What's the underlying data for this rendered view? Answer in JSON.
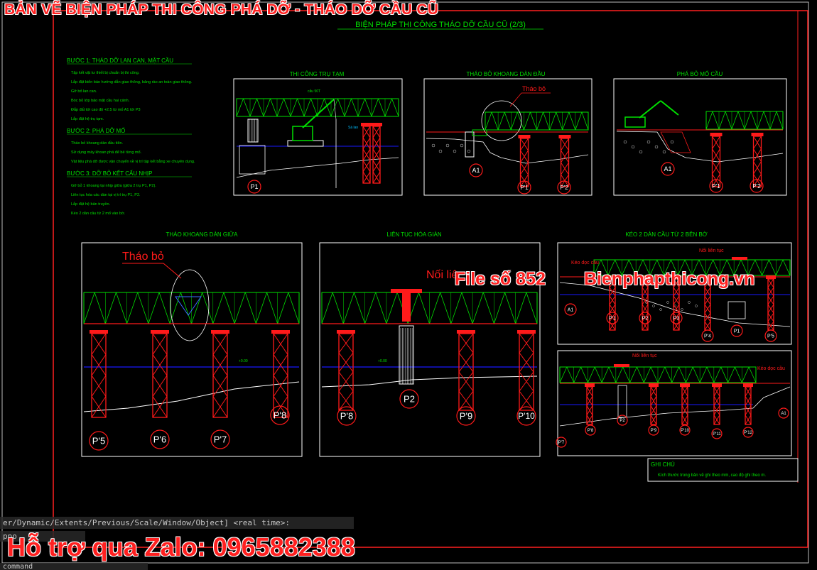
{
  "overlay": {
    "title": "BẢN VẼ BIỆN PHÁP THI CÔNG PHÁ DỠ - THÁO DỠ CẦU CŨ",
    "file_label": "File số 852",
    "site": "Bienphapthicong.vn",
    "zalo": "Hỗ trợ qua Zalo: 0965882388"
  },
  "sheet": {
    "title": "BIỆN PHÁP THI CÔNG THÁO DỠ CẦU CŨ (2/3)"
  },
  "steps": [
    {
      "heading": "BƯỚC 1: THÁO DỠ LAN CAN, MẶT CẦU",
      "items": [
        "Tập kết vật tư thiết bị chuẩn bị thi công.",
        "Lắp đặt biển báo hướng dẫn giao thông, bảng rào an toàn giao thông.",
        "Gỡ bỏ lan can.",
        "Bóc bỏ lớp bảo mặt cầu hai cánh.",
        "Đắp đất tới cao độ +2.5 từ mố A1 tới P3",
        "Lắp đặt hệ trụ tạm."
      ]
    },
    {
      "heading": "BƯỚC 2: PHÁ DỠ MỐ",
      "items": [
        "Tháo bỏ khoang dàn đầu tiên.",
        "Sử dụng máy khoan phá để bẻ từng mố.",
        "Vật liệu phá dỡ được vận chuyển về vị trí tập kết bằng xe chuyên dụng."
      ]
    },
    {
      "heading": "BƯỚC 3: DỠ BỎ KẾT CẤU NHỊP",
      "items": [
        "Gỡ bỏ 1 khoang tại nhịp giữa (giữa 2 trụ P1, P2).",
        "Liên tục hóa các dàn tại vị trí trụ P1, P2.",
        "Lắp đặt hệ bản truyền.",
        "Kéo 2 dàn cầu từ 2 mố vào bờ."
      ]
    }
  ],
  "panels": {
    "p1": {
      "title": "THI CÔNG TRỤ TẠM",
      "labels": [
        "P1"
      ],
      "crane": "cẩu 50T",
      "barge": "Sà lan"
    },
    "p2": {
      "title": "THÁO BỎ KHOANG DÀN ĐẦU",
      "remove": "Tháo bỏ",
      "labels": [
        "A1",
        "P'1",
        "P'2"
      ]
    },
    "p3": {
      "title": "PHÁ BỎ MỐ CẦU",
      "labels": [
        "A1",
        "P'1",
        "P'2"
      ]
    },
    "p4": {
      "title": "THÁO KHOANG DÀN GIỮA",
      "remove": "Tháo bỏ",
      "labels": [
        "P'5",
        "P'6",
        "P'7",
        "P'8"
      ]
    },
    "p5": {
      "title": "LIÊN TỤC HÓA GIÀN",
      "joint": "Nối liê",
      "labels": [
        "P'8",
        "P2",
        "P'9",
        "P'10"
      ]
    },
    "p6": {
      "title": "KÉO 2 DÀN CẦU TỪ 2 BÊN BỜ",
      "joint": "Nối liên tục",
      "pull": "Kéo dọc cầu",
      "labels": [
        "A1",
        "P'1",
        "P2",
        "P3",
        "P'4",
        "P1",
        "P'5"
      ]
    },
    "p7": {
      "joint": "Nối liên tục",
      "pull": "Kéo dọc cầu",
      "labels": [
        "P'7",
        "P'8",
        "P2",
        "P'9",
        "P'10",
        "P'11",
        "P'12",
        "A1"
      ]
    }
  },
  "notes": {
    "heading": "GHI CHÚ",
    "text": "Kích thước trong bản vẽ ghi theo mm, cao độ ghi theo m."
  },
  "command_line": {
    "line1": "er/Dynamic/Extents/Previous/Scale/Window/Object] <real time>:",
    "line2": "ppo",
    "line3": "command"
  },
  "colors": {
    "truss": "#00e000",
    "pier": "#ff1a1a",
    "water": "#1818ff",
    "ground": "#ffffff",
    "label": "#ff2020"
  }
}
